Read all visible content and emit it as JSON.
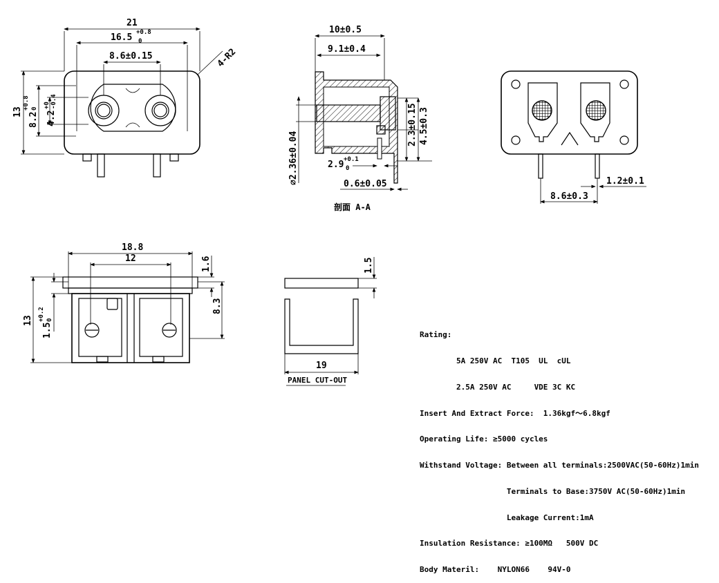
{
  "top_left_view": {
    "dim_21": "21",
    "dim_16_5": "16.5",
    "dim_16_5_tol_upper": "+0.8",
    "dim_16_5_tol_lower": "0",
    "dim_8_6": "8.6±0.15",
    "dim_r2": "4-R2",
    "dim_13": "13",
    "dim_8_2": "8.2",
    "dim_8_2_tol_upper": "+0.8",
    "dim_8_2_tol_lower": "0",
    "dim_4_2": "4.2",
    "dim_4_2_tol_upper": "+0",
    "dim_4_2_tol_lower": "-0.4"
  },
  "section_view": {
    "dim_10": "10±0.5",
    "dim_9_1": "9.1±0.4",
    "dim_2_3": "2.3±0.15",
    "dim_4_5": "4.5±0.3",
    "dim_2_36": "∅2.36±0.04",
    "dim_2_9": "2.9",
    "dim_2_9_tol_upper": "+0.1",
    "dim_2_9_tol_lower": "0",
    "dim_0_6": "0.6±0.05",
    "caption": "剖面 A-A"
  },
  "rear_view": {
    "dim_1_2": "1.2±0.1",
    "dim_8_6": "8.6±0.3"
  },
  "bottom_left_view": {
    "dim_18_8": "18.8",
    "dim_12": "12",
    "dim_1_6": "1.6",
    "dim_13": "13",
    "dim_8_3": "8.3",
    "dim_1_5": "1.5",
    "dim_1_5_tol_upper": "+0.2",
    "dim_1_5_tol_lower": "0"
  },
  "panel_cutout": {
    "dim_1_5": "1.5",
    "dim_19": "19",
    "label": "PANEL CUT-OUT"
  },
  "specifications": [
    "Rating:",
    "        5A 250V AC  T105  UL  cUL",
    "        2.5A 250V AC     VDE 3C KC",
    "Insert And Extract Force:  1.36kgf～6.8kgf",
    "Operating Life: ≥5000 cycles",
    "Withstand Voltage: Between all terminals:2500VAC(50-60Hz)1min",
    "                   Terminals to Base:3750V AC(50-60Hz)1min",
    "                   Leakage Current:1mA",
    "Insulation Resistance: ≥100MΩ   500V DC",
    "Body Materil:    NYLON66    94V-0"
  ]
}
